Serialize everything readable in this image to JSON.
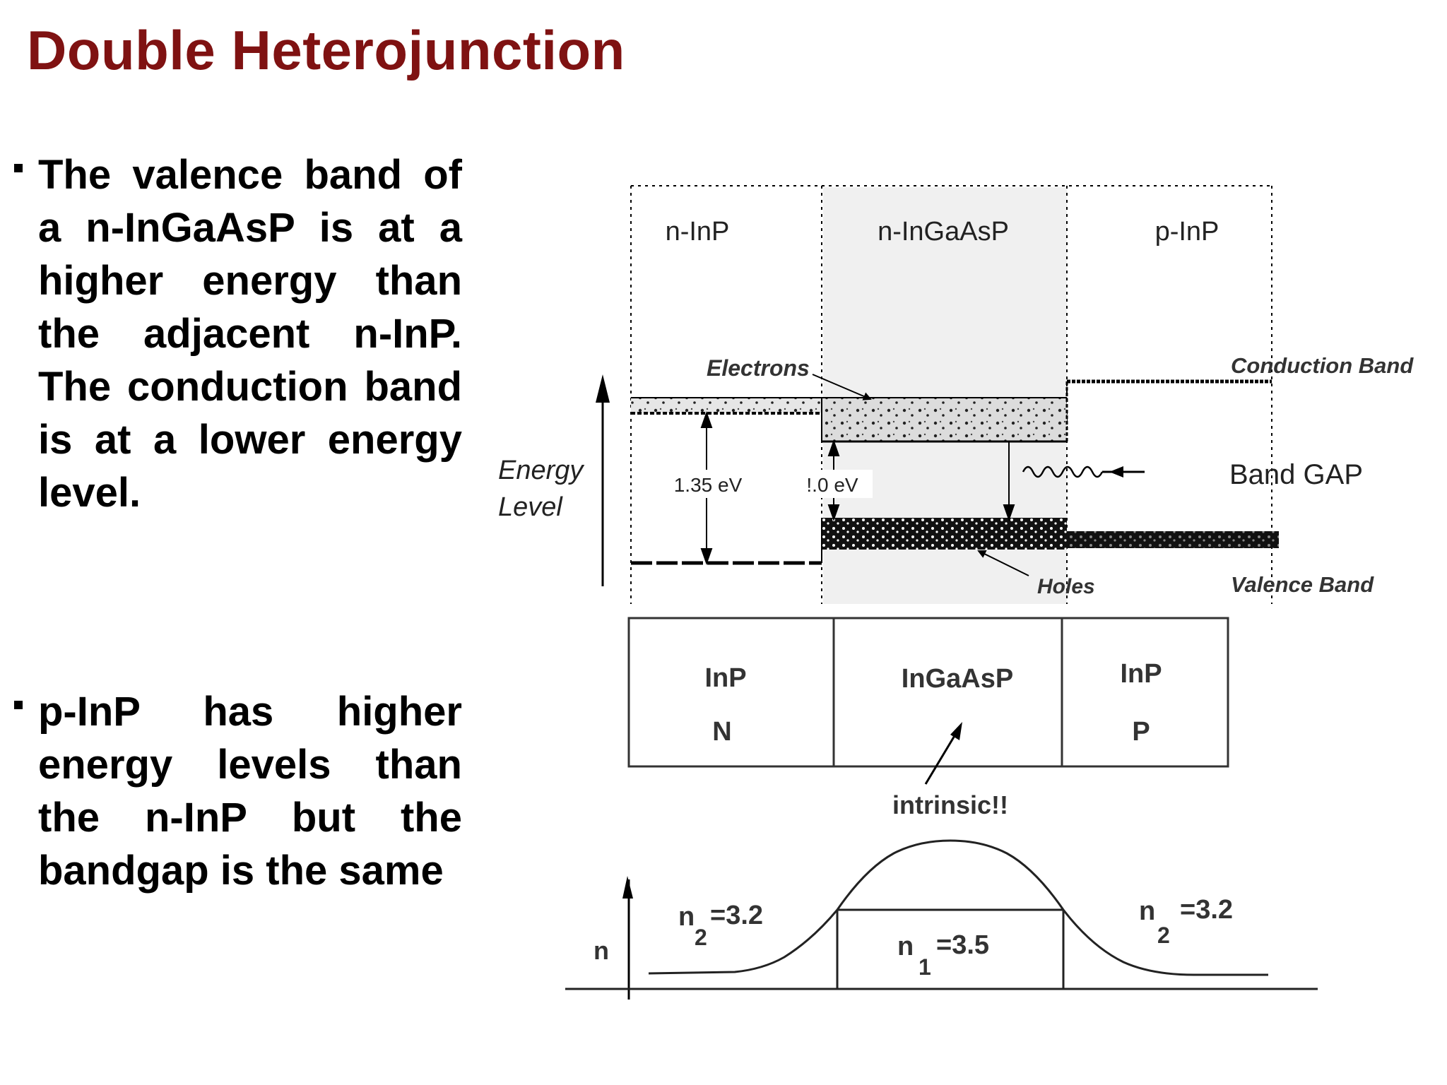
{
  "slide": {
    "title": "Double Heterojunction",
    "bullets": [
      "The valence band of a n-InGaAsP is at a higher energy than the adjacent n-InP. The conduction band is at a lower energy level.",
      "p-InP has higher energy levels than the n-InP but the bandgap is the same"
    ]
  },
  "band_diagram": {
    "regions": [
      "n-InP",
      "n-InGaAsP",
      "p-InP"
    ],
    "axis_label_line1": "Energy",
    "axis_label_line2": "Level",
    "label_electrons": "Electrons",
    "label_holes": "Holes",
    "label_conduction_band": "Conduction Band",
    "label_valence_band": "Valence Band",
    "label_band_gap": "Band GAP",
    "gap_inp": "1.35 eV",
    "gap_ingaasp": "!.0 eV"
  },
  "layer_stack": {
    "layers": [
      {
        "material": "InP",
        "type": "N"
      },
      {
        "material": "InGaAsP",
        "type": ""
      },
      {
        "material": "InP",
        "type": "P"
      }
    ],
    "note": "intrinsic!!"
  },
  "index_profile": {
    "axis_label": "n",
    "n_left": "2",
    "n_left_value": "=3.2",
    "n_center": "1",
    "n_center_value": "=3.5",
    "n_right": "2",
    "n_right_value": "=3.2"
  },
  "colors": {
    "title": "#7f1212",
    "core_shade": "#f0f0f0",
    "band_fill": "#111111"
  }
}
